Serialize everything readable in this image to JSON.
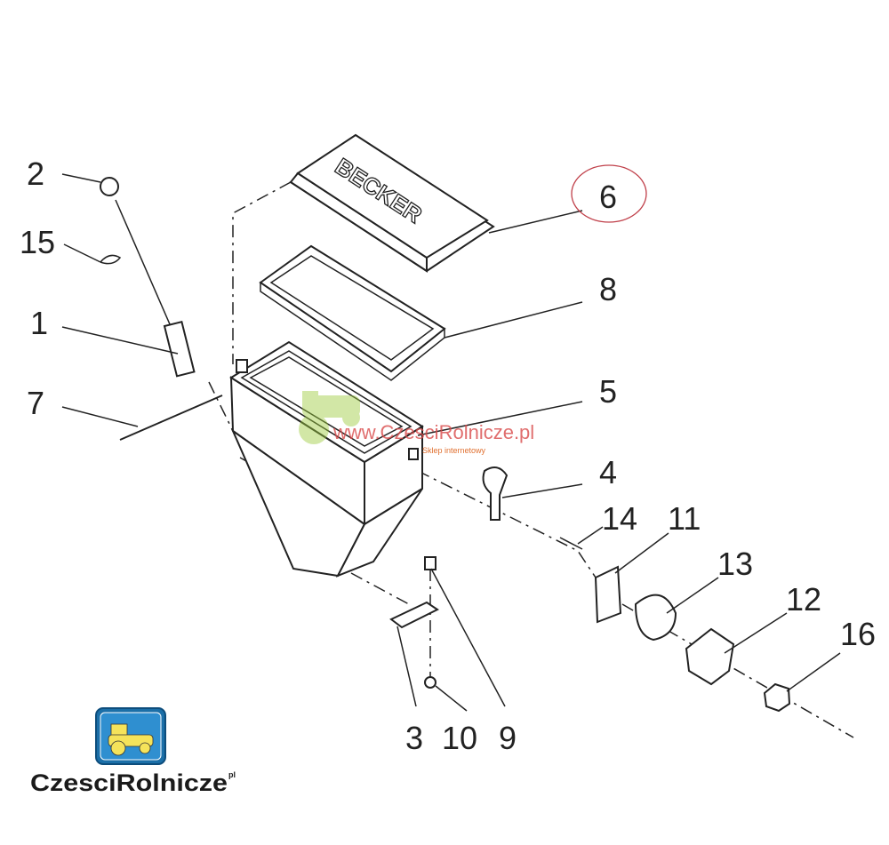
{
  "diagram": {
    "lid_text": "BECKER",
    "part_labels": [
      {
        "id": "2",
        "text": "2"
      },
      {
        "id": "15",
        "text": "15"
      },
      {
        "id": "1",
        "text": "1"
      },
      {
        "id": "7",
        "text": "7"
      },
      {
        "id": "6",
        "text": "6"
      },
      {
        "id": "8",
        "text": "8"
      },
      {
        "id": "5",
        "text": "5"
      },
      {
        "id": "4",
        "text": "4"
      },
      {
        "id": "14",
        "text": "14"
      },
      {
        "id": "11",
        "text": "11"
      },
      {
        "id": "13",
        "text": "13"
      },
      {
        "id": "12",
        "text": "12"
      },
      {
        "id": "16",
        "text": "16"
      },
      {
        "id": "3",
        "text": "3"
      },
      {
        "id": "10",
        "text": "10"
      },
      {
        "id": "9",
        "text": "9"
      }
    ],
    "highlighted_part": "6",
    "highlight_color": "#c0404a"
  },
  "watermark": {
    "url": "www.CzesciRolnicze.pl",
    "tagline": "Sklep internetowy"
  },
  "logo": {
    "text": "CzesciRolnicze",
    "suffix": "pl",
    "frame_color": "#1b6fa8",
    "tractor_color": "#f5e35a"
  }
}
